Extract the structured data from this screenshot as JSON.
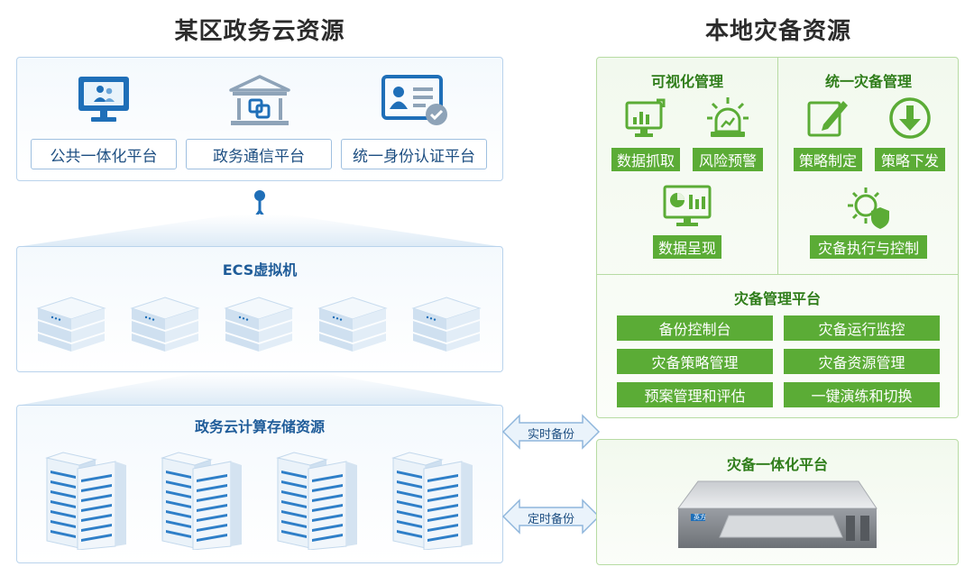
{
  "headings": {
    "left": "某区政务云资源",
    "right": "本地灾备资源"
  },
  "platforms": [
    {
      "label": "公共一体化平台",
      "icon": "monitor-user-icon"
    },
    {
      "label": "政务通信平台",
      "icon": "government-building-icon"
    },
    {
      "label": "统一身份认证平台",
      "icon": "id-card-check-icon"
    }
  ],
  "ecs": {
    "title": "ECS虚拟机",
    "server_count": 5
  },
  "storage": {
    "title": "政务云计算存储资源",
    "rack_count": 4
  },
  "transfer": {
    "realtime": "实时备份",
    "scheduled": "定时备份"
  },
  "visual_mgmt": {
    "title": "可视化管理",
    "items": [
      {
        "label": "数据抓取",
        "icon": "data-capture-icon"
      },
      {
        "label": "风险预警",
        "icon": "risk-alarm-icon"
      },
      {
        "label": "数据呈现",
        "icon": "data-dashboard-icon"
      }
    ]
  },
  "unified_mgmt": {
    "title": "统一灾备管理",
    "items": [
      {
        "label": "策略制定",
        "icon": "edit-policy-icon"
      },
      {
        "label": "策略下发",
        "icon": "download-circle-icon"
      },
      {
        "label": "灾备执行与控制",
        "icon": "gear-shield-icon"
      }
    ]
  },
  "platform_mgmt": {
    "title": "灾备管理平台",
    "items": [
      "备份控制台",
      "灾备运行监控",
      "灾备策略管理",
      "灾备资源管理",
      "预案管理和评估",
      "一键演练和切换"
    ]
  },
  "appliance": {
    "title": "灾备一体化平台",
    "brand_badge": "英方"
  },
  "colors": {
    "blue_accent": "#1f6fb8",
    "green_accent": "#5bac36",
    "green_title": "#2f7d1a"
  }
}
